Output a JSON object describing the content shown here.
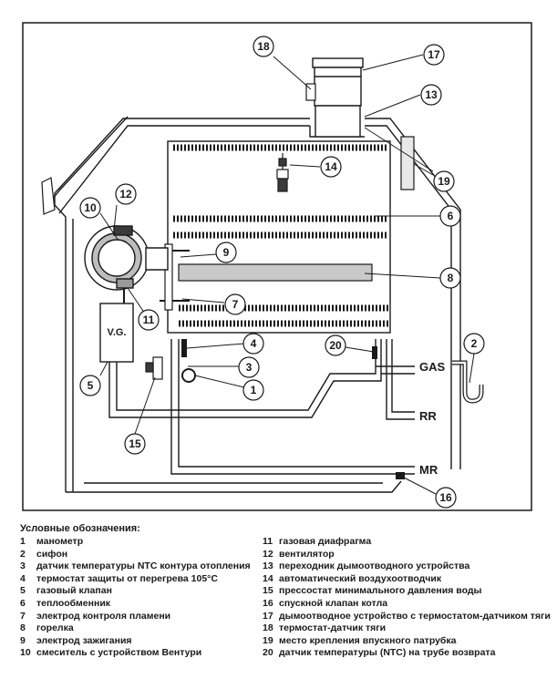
{
  "device_label": "V.G.",
  "ports": {
    "gas": "GAS",
    "rr": "RR",
    "mr": "MR"
  },
  "callout_numbers": [
    "1",
    "2",
    "3",
    "4",
    "5",
    "6",
    "7",
    "8",
    "9",
    "10",
    "11",
    "12",
    "13",
    "14",
    "15",
    "16",
    "17",
    "18",
    "19",
    "20"
  ],
  "legend": {
    "title": "Условные обозначения:",
    "items": [
      {
        "num": "1",
        "text": "манометр"
      },
      {
        "num": "2",
        "text": "сифон"
      },
      {
        "num": "3",
        "text": "датчик температуры NTC контура отопления"
      },
      {
        "num": "4",
        "text": "термостат защиты от перегрева 105°C"
      },
      {
        "num": "5",
        "text": "газовый клапан"
      },
      {
        "num": "6",
        "text": "теплообменник"
      },
      {
        "num": "7",
        "text": "электрод контроля пламени"
      },
      {
        "num": "8",
        "text": "горелка"
      },
      {
        "num": "9",
        "text": "электрод зажигания"
      },
      {
        "num": "10",
        "text": "смеситель с устройством Вентури"
      },
      {
        "num": "11",
        "text": "газовая диафрагма"
      },
      {
        "num": "12",
        "text": "вентилятор"
      },
      {
        "num": "13",
        "text": "переходник дымоотводного устройства"
      },
      {
        "num": "14",
        "text": "автоматический воздухоотводчик"
      },
      {
        "num": "15",
        "text": "прессостат минимального давления воды"
      },
      {
        "num": "16",
        "text": "спускной клапан котла"
      },
      {
        "num": "17",
        "text": "дымоотводное устройство с термостатом-датчиком тяги"
      },
      {
        "num": "18",
        "text": "термостат-датчик тяги"
      },
      {
        "num": "19",
        "text": "место крепления впускного патрубка"
      },
      {
        "num": "20",
        "text": "датчик температуры (NTC) на трубе возврата"
      }
    ]
  }
}
